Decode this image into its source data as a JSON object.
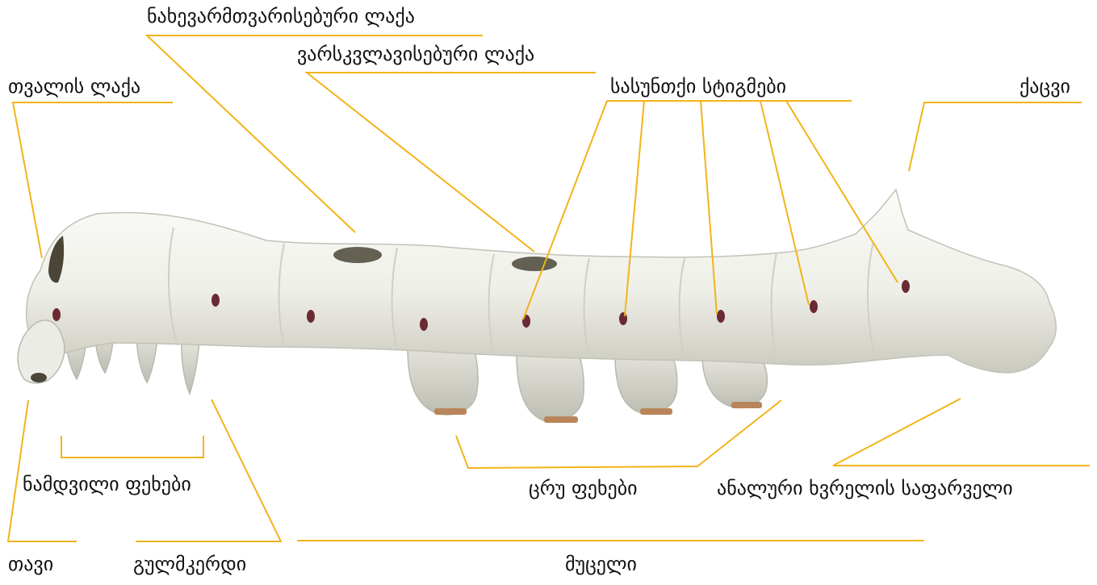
{
  "colors": {
    "leader": "#f2b418",
    "body": "#efefe9",
    "shade": "#cfcfc4",
    "spiracle": "#6a2a33",
    "spot": "#4a4536"
  },
  "labels": {
    "crescent_marking": "ნახევარმთვარისებური ლაქა",
    "star_marking": "ვარსკვლავისებური ლაქა",
    "eye_spot": "თვალის ლაქა",
    "spiracles": "სასუნთქი სტიგმები",
    "horn": "ქაცვი",
    "true_legs": "ნამდვილი ფეხები",
    "prolegs": "ცრუ ფეხები",
    "anal_flap": "ანალური ხვრელის საფარველი",
    "head": "თავი",
    "thorax": "გულმკერდი",
    "abdomen": "მუცელი"
  }
}
